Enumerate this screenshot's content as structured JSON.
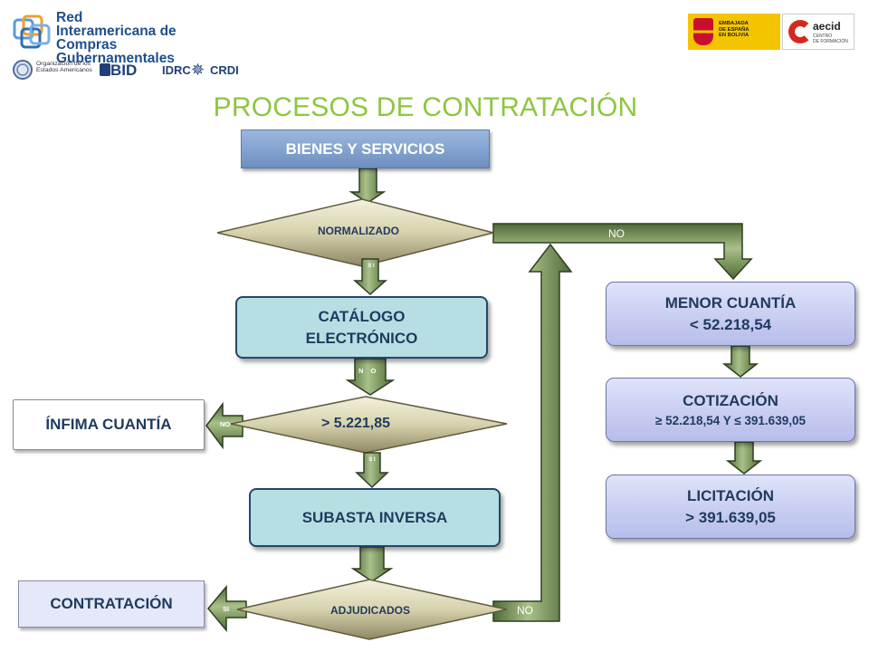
{
  "header": {
    "ricg": {
      "line1": "Red",
      "line2": "Interamericana de",
      "line3": "Compras Gubernamentales"
    },
    "sponsors": {
      "oea_line1": "Organización de los",
      "oea_line2": "Estados Americanos",
      "bid": "BID",
      "idrc": "IDRC",
      "crdi": "CRDI"
    },
    "spain": {
      "line1": "EMBAJADA",
      "line2": "DE ESPAÑA",
      "line3": "EN BOLIVIA"
    },
    "aecid": {
      "name": "aecid",
      "sub1": "CENTRO",
      "sub2": "DE FORMACIÓN"
    }
  },
  "title": "PROCESOS DE CONTRATACIÓN",
  "flow": {
    "start": "BIENES Y SERVICIOS",
    "decision_normalizado": "NORMALIZADO",
    "label_si_1": "S I",
    "catalog_line1": "CATÁLOGO",
    "catalog_line2": "ELECTRÓNICO",
    "label_no_1": "N O",
    "decision_cuantia": ">  5.221,85",
    "label_no_infima": "NO",
    "infima": "ÍNFIMA CUANTÍA",
    "label_si_2": "S I",
    "subasta": "SUBASTA INVERSA",
    "decision_adjudicados": "ADJUDICADOS",
    "label_si_contrat": "SI",
    "contratacion": "CONTRATACIÓN",
    "label_no_bottom": "NO",
    "label_no_top": "NO",
    "menor_line1": "MENOR CUANTÍA",
    "menor_line2": "<  52.218,54",
    "cotiz_line1": "COTIZACIÓN",
    "cotiz_line2": "≥  52.218,54 Y ≤ 391.639,05",
    "licit_line1": "LICITACIÓN",
    "licit_line2": ">  391.639,05"
  },
  "colors": {
    "title": "#8dc63f",
    "arrow_fill": "#7d9a5c",
    "arrow_stroke": "#2e3f22",
    "diamond_fill": "#e3dfc0",
    "teal_box": "#b7dfe3",
    "lavender_box": "#c9cef2"
  }
}
